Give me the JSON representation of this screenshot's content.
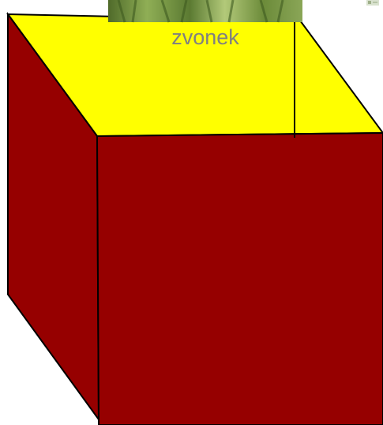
{
  "scene": {
    "caption": "zvonek",
    "colors": {
      "top_face": "#ffff00",
      "side_faces": "#960000",
      "edges": "#000000",
      "caption": "#808080",
      "background": "#ffffff"
    },
    "icons": {
      "top_picture": "plant-photo",
      "corner_thumbnail": "small-thumbnail"
    }
  }
}
